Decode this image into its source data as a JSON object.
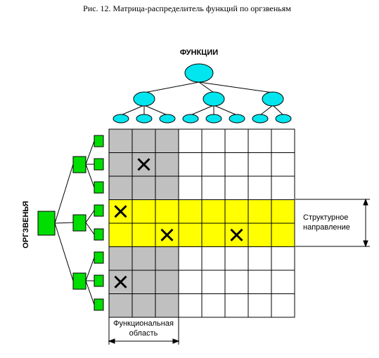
{
  "caption": "Рис. 12. Матрица-распределитель функций по оргзвеньям",
  "functions_label": "ФУНКЦИИ",
  "orgunits_label": "ОРГЗВЕНЬЯ",
  "structural_label_line1": "Структурное",
  "structural_label_line2": "направление",
  "functional_label_line1": "Функциональная",
  "functional_label_line2": "область",
  "matrix": {
    "rows": 8,
    "cols": 8,
    "functional_area_cols": [
      0,
      1,
      2
    ],
    "structural_direction_rows": [
      3,
      4
    ],
    "marks": [
      [
        1,
        1
      ],
      [
        3,
        0
      ],
      [
        4,
        2
      ],
      [
        4,
        5
      ],
      [
        6,
        0
      ]
    ]
  },
  "colors": {
    "function_node": "#00e5ee",
    "org_node": "#00dd00",
    "functional_area": "#c0c0c0",
    "structural_direction": "#ffff00"
  }
}
